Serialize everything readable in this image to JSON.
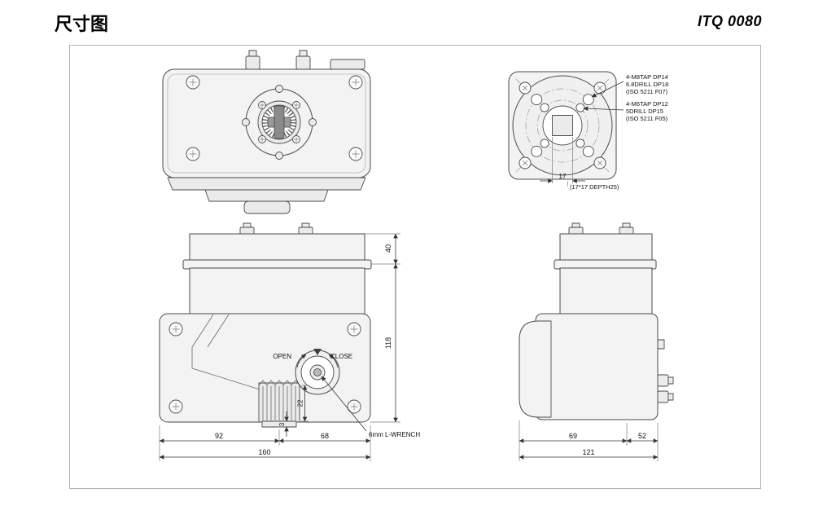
{
  "header": {
    "title": "尺寸图",
    "model": "ITQ 0080"
  },
  "annotations": {
    "m8": [
      "4-M8TAP DP14",
      "6.8DRILL DP18",
      "(ISO 5211 F07)"
    ],
    "m6": [
      "4-M6TAP DP12",
      "5DRILL DP15",
      "(ISO 5211 F05)"
    ],
    "square_width": "17",
    "square_note": "(17*17 DEPTH25)",
    "open": "OPEN",
    "close": "CLOSE",
    "wrench": "6mm L-WRENCH"
  },
  "dims": {
    "front": {
      "cap_height": "40",
      "body_height": "118",
      "block_height": "22",
      "base_thickness": "3",
      "left_width": "92",
      "right_width": "68",
      "total_width": "160"
    },
    "side": {
      "left_width": "69",
      "right_width": "52",
      "total_width": "121"
    }
  }
}
